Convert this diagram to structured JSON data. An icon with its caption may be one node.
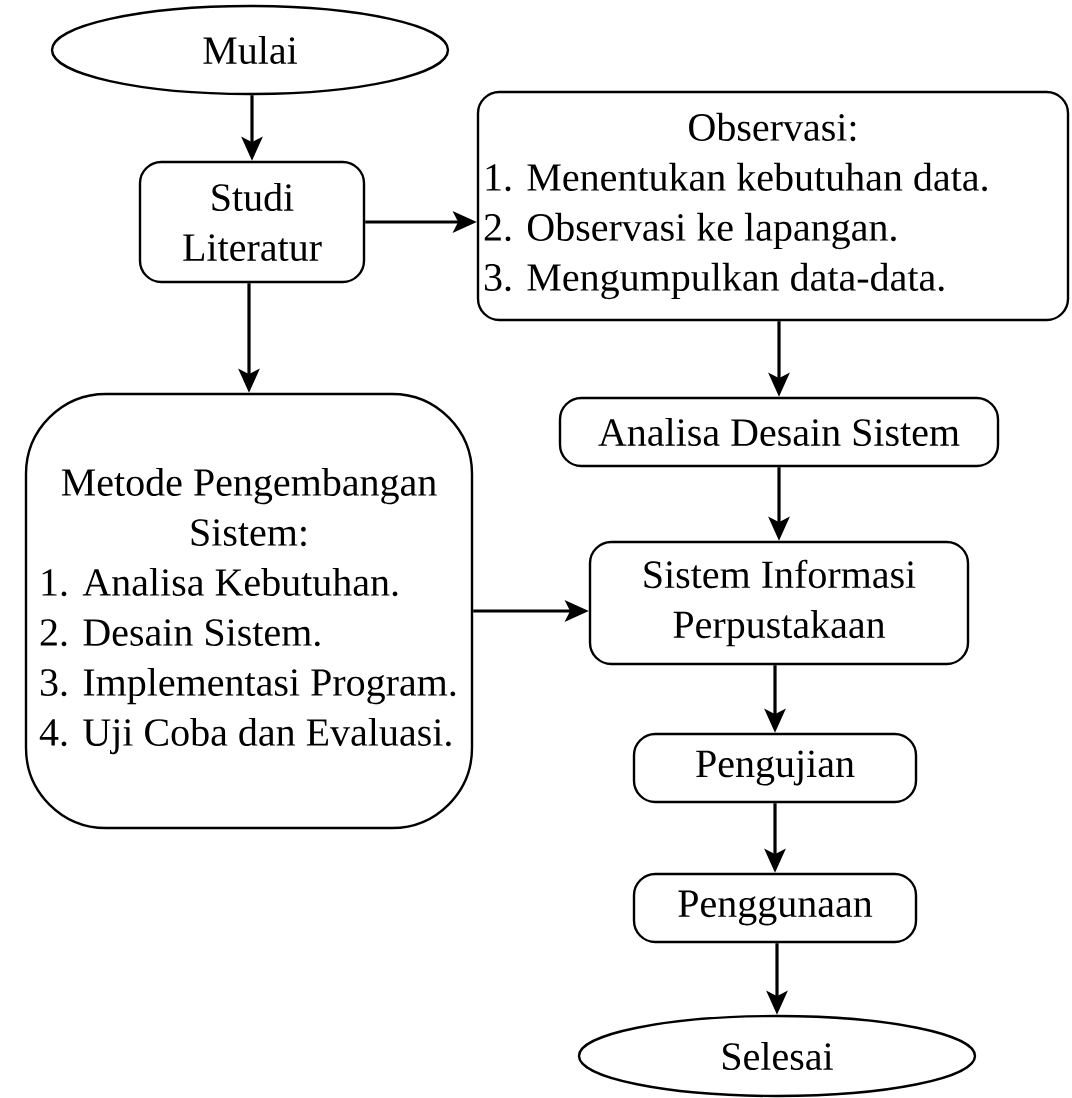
{
  "diagram": {
    "nodes": [
      {
        "text": [
          "Mulai"
        ]
      },
      {
        "text": [
          "Studi Literatur"
        ]
      },
      {
        "text": [
          "Observasi:",
          "1. Menentukan kebutuhan data.",
          "2. Observasi ke lapangan.",
          "3. Mengumpulkan data-data."
        ]
      },
      {
        "text": [
          "Metode Pengembangan Sistem:",
          "1. Analisa Kebutuhan.",
          "2. Desain Sistem.",
          "3. Implementasi Program.",
          "4. Uji Coba dan Evaluasi."
        ]
      },
      {
        "text": [
          "Analisa Desain Sistem"
        ]
      },
      {
        "text": [
          "Sistem Informasi Perpustakaan"
        ]
      },
      {
        "text": [
          "Pengujian"
        ]
      },
      {
        "text": [
          "Penggunaan"
        ]
      },
      {
        "text": [
          "Selesai"
        ]
      }
    ],
    "edges": [
      {
        "from": 0,
        "to": 1,
        "arrow": "to"
      },
      {
        "from": 1,
        "to": 2,
        "arrow": "to"
      },
      {
        "from": 1,
        "to": 3,
        "arrow": "to"
      },
      {
        "from": 2,
        "to": 4,
        "arrow": "to"
      },
      {
        "from": 4,
        "to": 5,
        "arrow": "to"
      },
      {
        "from": 3,
        "to": 5,
        "arrow": "to"
      },
      {
        "from": 5,
        "to": 6,
        "arrow": "to"
      },
      {
        "from": 6,
        "to": 7,
        "arrow": "to"
      },
      {
        "from": 7,
        "to": 8,
        "arrow": "to"
      }
    ]
  }
}
